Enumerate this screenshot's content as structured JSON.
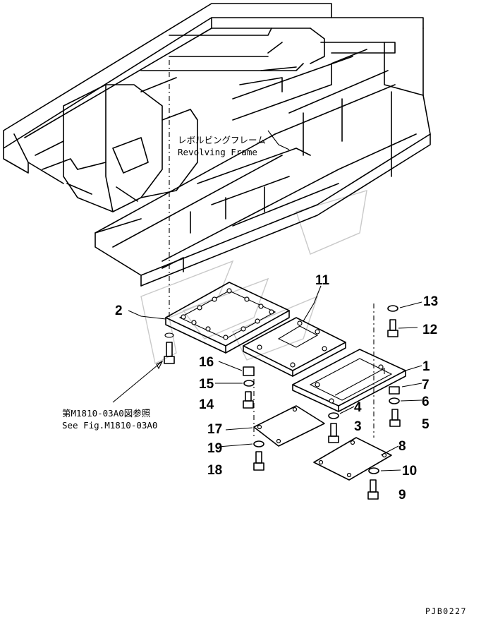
{
  "frame": {
    "label_jp": "レボルビングフレーム",
    "label_en": "Revolving Frame"
  },
  "reference": {
    "label_jp": "第M1810-03A0図参照",
    "label_en": "See Fig.M1810-03A0"
  },
  "callouts": {
    "c1": "1",
    "c2": "2",
    "c3": "3",
    "c4": "4",
    "c5": "5",
    "c6": "6",
    "c7": "7",
    "c8": "8",
    "c9": "9",
    "c10": "10",
    "c11": "11",
    "c12": "12",
    "c13": "13",
    "c14": "14",
    "c15": "15",
    "c16": "16",
    "c17": "17",
    "c18": "18",
    "c19": "19"
  },
  "drawing_code": "PJB0227"
}
